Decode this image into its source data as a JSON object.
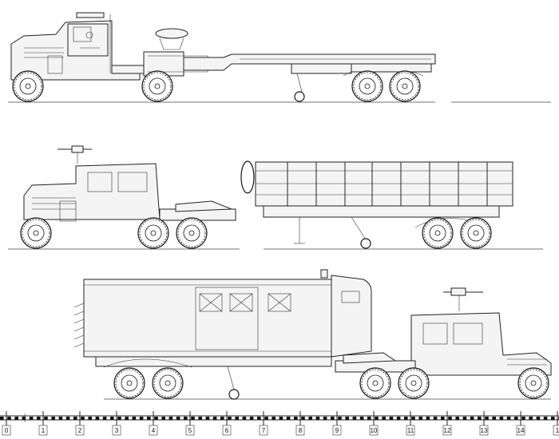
{
  "scale_bar": {
    "labels": [
      "0",
      "1",
      "2",
      "3",
      "4",
      "5",
      "6",
      "7",
      "8",
      "9",
      "10",
      "11",
      "12",
      "13",
      "14",
      "1"
    ]
  },
  "views": [
    {
      "name": "tractor-with-flatbed-semitrailer"
    },
    {
      "name": "armored-cab-tractor-with-side-dump-semitrailer"
    },
    {
      "name": "van-semitrailer-with-armored-tractor"
    }
  ]
}
